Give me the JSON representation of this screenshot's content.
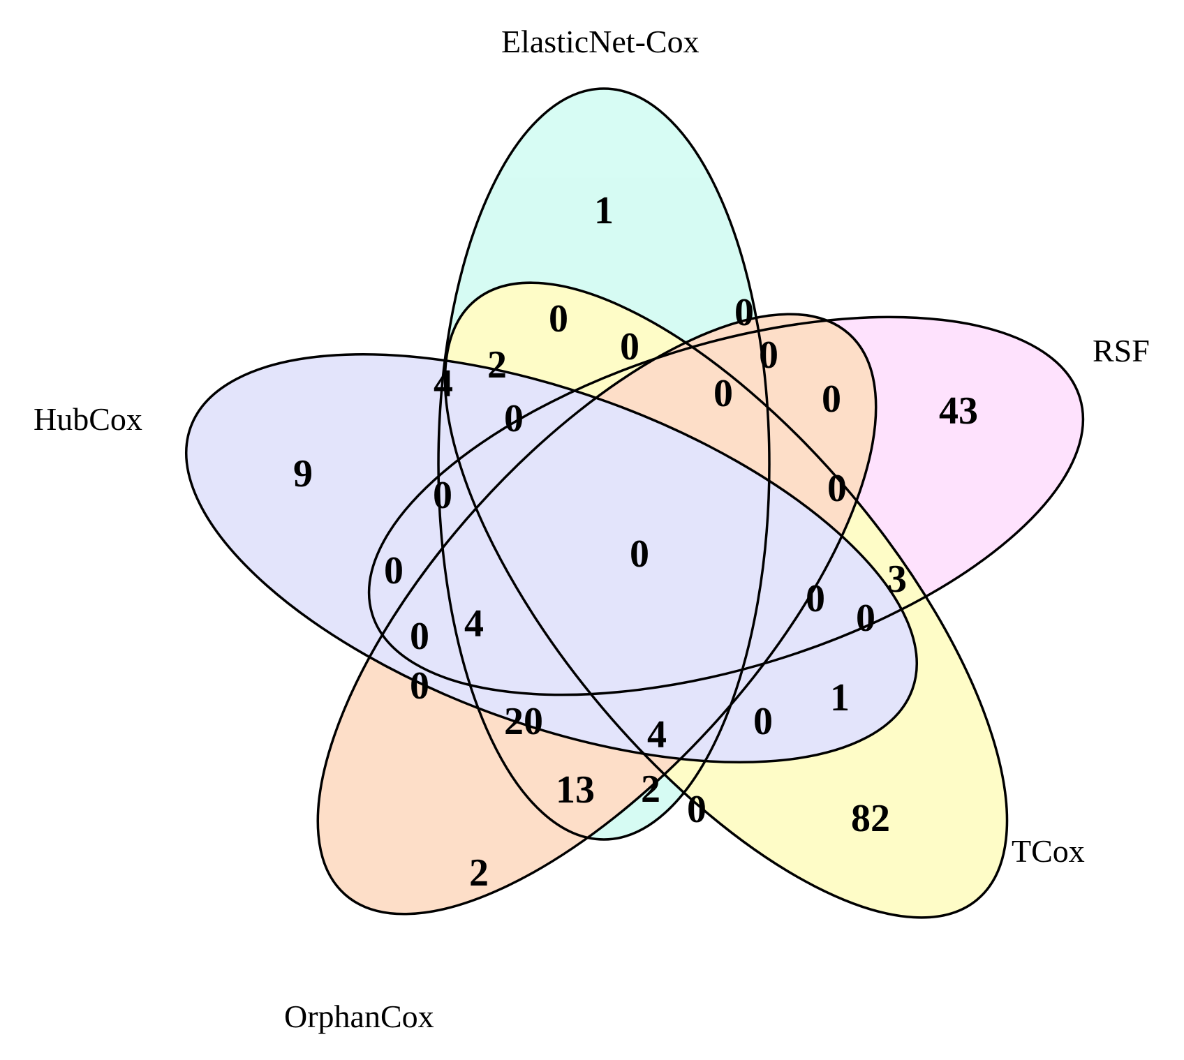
{
  "sets": [
    {
      "key": "elasticnet",
      "name": "ElasticNet-Cox",
      "color": "#A6F8E6"
    },
    {
      "key": "rsf",
      "name": "RSF",
      "color": "#FDC1FB"
    },
    {
      "key": "tcox",
      "name": "TCox",
      "color": "#FDFA85"
    },
    {
      "key": "orphan",
      "name": "OrphanCox",
      "color": "#FCB886"
    },
    {
      "key": "hubcox",
      "name": "HubCox",
      "color": "#C3C4F8"
    }
  ],
  "regions": {
    "e_only": "1",
    "r_only": "43",
    "t_only": "82",
    "o_only": "2",
    "h_only": "9",
    "ert_top": "0",
    "er": "0",
    "et": "0",
    "er_2": "0",
    "rt_2": "0",
    "rt": "0",
    "rt_3": "0",
    "rt_4": "3",
    "rto": "0",
    "to": "1",
    "to_2": "0",
    "to_3": "0",
    "eo": "2",
    "to_4": "0",
    "eto": "4",
    "ho": "13",
    "heo": "20",
    "ho_2": "0",
    "hro": "0",
    "hr": "0",
    "hr_2": "0",
    "her": "0",
    "heto": "4",
    "he": "4",
    "het": "2",
    "hert": "0",
    "center": "0"
  }
}
